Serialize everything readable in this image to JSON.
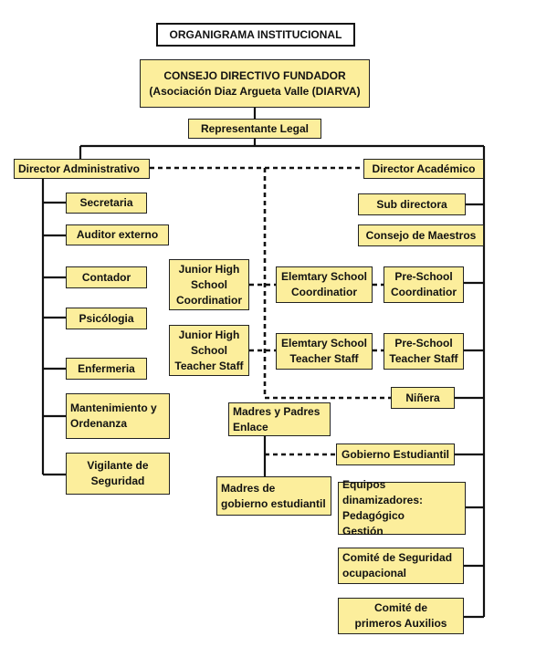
{
  "title": "ORGANIGRAMA INSTITUCIONAL",
  "colors": {
    "box_fill": "#fcee9c",
    "box_border": "#222222",
    "line": "#111111"
  },
  "boxes": {
    "consejo": "CONSEJO DIRECTIVO FUNDADOR\n(Asociación Diaz Argueta Valle (DIARVA)",
    "representante": "Representante Legal",
    "director_admin": "Director Administrativo",
    "director_academico": "Director Académico",
    "secretaria": "Secretaria",
    "auditor": "Auditor externo",
    "contador": "Contador",
    "psicologia": "Psicólogia",
    "enfermeria": "Enfermeria",
    "mantenimiento": "Mantenimiento y\nOrdenanza",
    "vigilante": "Vigilante de\nSeguridad",
    "sub_directora": "Sub directora",
    "consejo_maestros": "Consejo de Maestros",
    "junior_coord": "Junior High\nSchool\nCoordinatior",
    "elem_coord": "Elemtary School\nCoordinatior",
    "pre_coord": "Pre-School\nCoordinatior",
    "junior_staff": "Junior High\nSchool\nTeacher Staff",
    "elem_staff": "Elemtary School\nTeacher Staff",
    "pre_staff": "Pre-School\nTeacher Staff",
    "ninera": "Niñera",
    "madres_padres": "Madres y Padres\nEnlace",
    "gobierno": "Gobierno Estudiantil",
    "madres_gobierno": "Madres de\ngobierno estudiantil",
    "equipos": "Equipos dinamizadores:\nPedagógico\nGestión",
    "comite_seguridad": "Comité de Seguridad\nocupacional",
    "comite_auxilios": "Comité de\nprimeros Auxilios"
  }
}
